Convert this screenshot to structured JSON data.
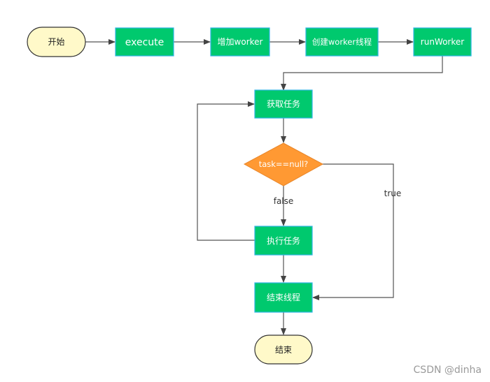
{
  "nodes": {
    "start": "开始",
    "execute": "execute",
    "add_worker": "增加worker",
    "create_worker_thread": "创建worker线程",
    "run_worker": "runWorker",
    "get_task": "获取任务",
    "task_null_check": "task==null?",
    "execute_task": "执行任务",
    "end_thread": "结束线程",
    "end": "结束"
  },
  "edge_labels": {
    "false": "false",
    "true": "true"
  },
  "watermark": "CSDN @dinha",
  "colors": {
    "process_fill": "#00c96e",
    "process_border": "#2fb4e3",
    "terminal_fill": "#fff9c9",
    "decision_fill": "#ff9933",
    "edge": "#555555"
  }
}
